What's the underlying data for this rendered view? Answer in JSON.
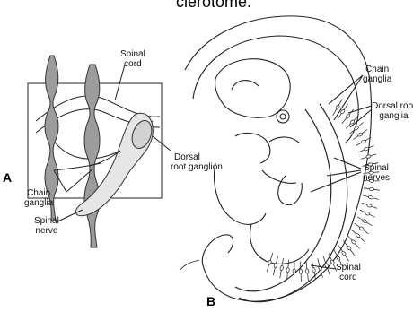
{
  "header_fragment": "clerotome.",
  "panels": {
    "a": "A",
    "b": "B"
  },
  "panel_a_labels": {
    "spinal_cord": [
      "Spinal",
      "cord"
    ],
    "dorsal_root_ganglion": [
      "Dorsal",
      "root ganglion"
    ],
    "chain_ganglia": [
      "Chain",
      "ganglia"
    ],
    "spinal_nerve": [
      "Spinal",
      "nerve"
    ]
  },
  "panel_b_labels": {
    "chain_ganglia": [
      "Chain",
      "ganglia"
    ],
    "dorsal_root_ganglia": [
      "Dorsal root",
      "ganglia"
    ],
    "spinal_nerves": [
      "Spinal",
      "nerves"
    ],
    "spinal_cord": [
      "Spinal",
      "cord"
    ]
  }
}
